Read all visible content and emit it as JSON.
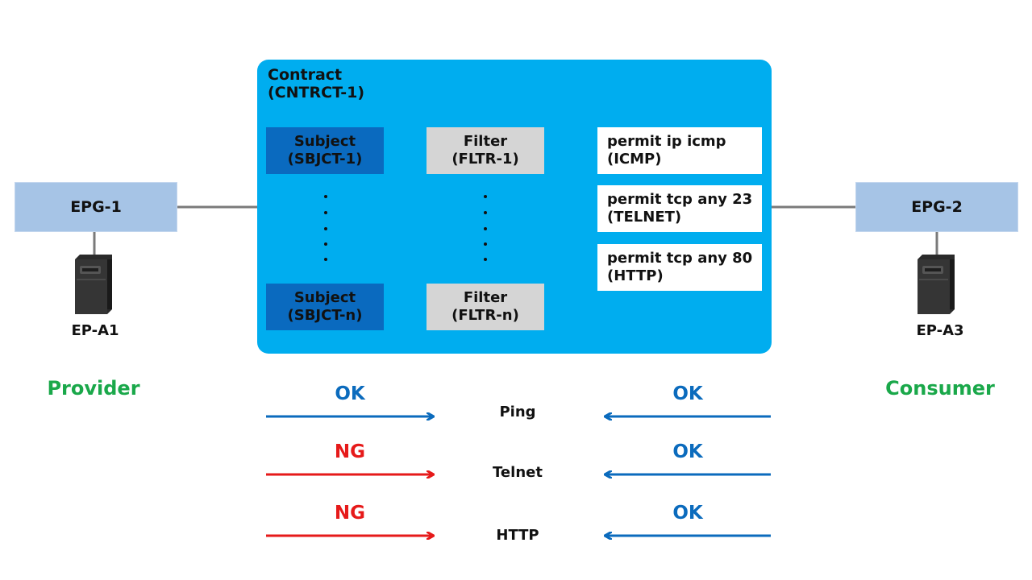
{
  "epg_left": {
    "name": "EPG-1"
  },
  "epg_right": {
    "name": "EPG-2"
  },
  "endpoint_left": {
    "name": "EP-A1",
    "icon": "server-icon"
  },
  "endpoint_right": {
    "name": "EP-A3",
    "icon": "server-icon"
  },
  "role_left": "Provider",
  "role_right": "Consumer",
  "contract": {
    "label": "Contract",
    "id": "(CNTRCT-1)",
    "subjects": [
      {
        "label": "Subject",
        "id": "(SBJCT-1)"
      },
      {
        "label": "Subject",
        "id": "(SBJCT-n)"
      }
    ],
    "filters": [
      {
        "label": "Filter",
        "id": "(FLTR-1)"
      },
      {
        "label": "Filter",
        "id": "(FLTR-n)"
      }
    ],
    "rules": [
      {
        "line1": "permit ip icmp",
        "line2": "(ICMP)"
      },
      {
        "line1": "permit tcp any 23",
        "line2": "(TELNET)"
      },
      {
        "line1": "permit tcp any 80",
        "line2": "(HTTP)"
      }
    ]
  },
  "traffic": [
    {
      "protocol": "Ping",
      "provider_status": "OK",
      "consumer_status": "OK"
    },
    {
      "protocol": "Telnet",
      "provider_status": "NG",
      "consumer_status": "OK"
    },
    {
      "protocol": "HTTP",
      "provider_status": "NG",
      "consumer_status": "OK"
    }
  ],
  "colors": {
    "ok": "#0b6bbd",
    "ng": "#e61a1a",
    "role": "#1aa84a",
    "contract_bg": "#00adef",
    "subject_bg": "#0a6abf",
    "filter_bg": "#d5d5d5",
    "epg_bg": "#a6c4e6"
  }
}
